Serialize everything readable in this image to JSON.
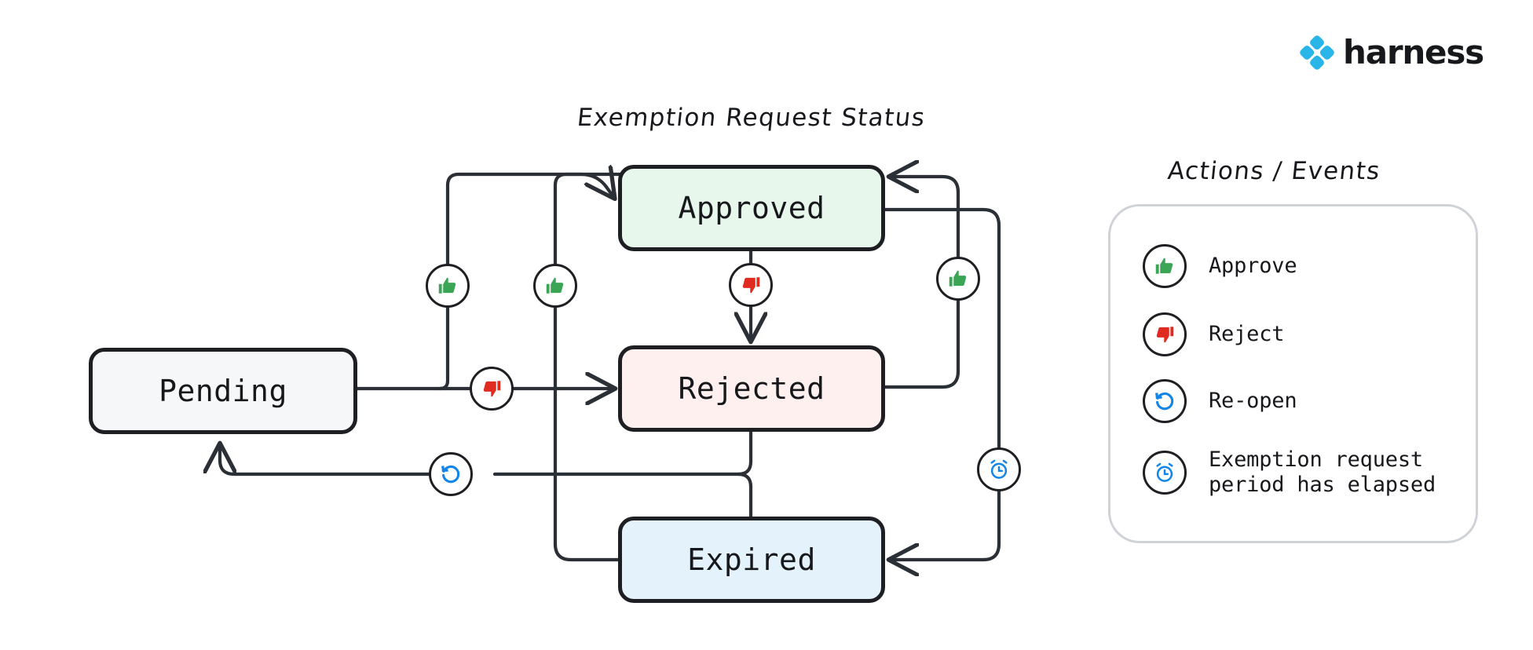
{
  "brand": {
    "name": "harness",
    "logo_icon": "harness-diamond-logo",
    "logo_color": "#29b5e8",
    "text_color": "#16181c"
  },
  "diagram": {
    "title": "Exemption Request Status",
    "type": "state-machine",
    "states": [
      {
        "id": "pending",
        "label": "Pending",
        "fill": "#f6f7f9",
        "stroke": "#1d1f23"
      },
      {
        "id": "approved",
        "label": "Approved",
        "fill": "#e7f7ec",
        "stroke": "#1d1f23"
      },
      {
        "id": "rejected",
        "label": "Rejected",
        "fill": "#fdf0ee",
        "stroke": "#1d1f23"
      },
      {
        "id": "expired",
        "label": "Expired",
        "fill": "#e4f2fb",
        "stroke": "#1d1f23"
      }
    ],
    "transitions": [
      {
        "from": "pending",
        "to": "approved",
        "event": "approve",
        "icon": "thumbs-up-icon"
      },
      {
        "from": "pending",
        "to": "rejected",
        "event": "reject",
        "icon": "thumbs-down-icon"
      },
      {
        "from": "approved",
        "to": "rejected",
        "event": "reject",
        "icon": "thumbs-down-icon"
      },
      {
        "from": "rejected",
        "to": "approved",
        "event": "approve",
        "icon": "thumbs-up-icon"
      },
      {
        "from": "expired",
        "to": "approved",
        "event": "approve",
        "icon": "thumbs-up-icon"
      },
      {
        "from": "approved",
        "to": "expired",
        "event": "elapsed",
        "icon": "alarm-clock-icon"
      },
      {
        "from": "rejected",
        "to": "pending",
        "event": "re-open",
        "icon": "re-open-icon"
      },
      {
        "from": "expired",
        "to": "pending",
        "event": "re-open",
        "icon": "re-open-icon"
      }
    ]
  },
  "legend": {
    "title": "Actions / Events",
    "items": [
      {
        "icon": "thumbs-up-icon",
        "label": "Approve",
        "color": "#3aa655"
      },
      {
        "icon": "thumbs-down-icon",
        "label": "Reject",
        "color": "#e02b20"
      },
      {
        "icon": "re-open-icon",
        "label": "Re-open",
        "color": "#1285e8"
      },
      {
        "icon": "alarm-clock-icon",
        "label": "Exemption request\nperiod has elapsed",
        "color": "#1285e8"
      }
    ]
  },
  "colors": {
    "edge": "#2b2f36",
    "node_border": "#1d1f23",
    "legend_border": "#cfd2d6",
    "background": "#ffffff"
  }
}
